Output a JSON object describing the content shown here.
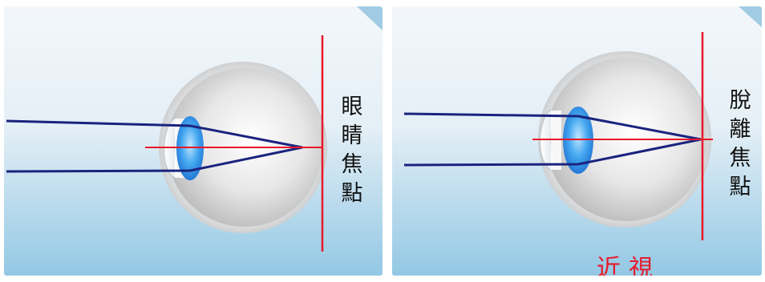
{
  "panels": {
    "left": {
      "label_chars": [
        "眼",
        "睛",
        "焦",
        "點"
      ]
    },
    "right": {
      "label_chars": [
        "脫",
        "離",
        "焦",
        "點"
      ],
      "caption": "近視"
    }
  },
  "colors": {
    "ray": "#1a237e",
    "axis": "#e8182a",
    "retina_line": "#e8182a",
    "lens": "#2a8be0",
    "background_top": "#eef4f9",
    "background_bottom": "#9ccce6"
  }
}
